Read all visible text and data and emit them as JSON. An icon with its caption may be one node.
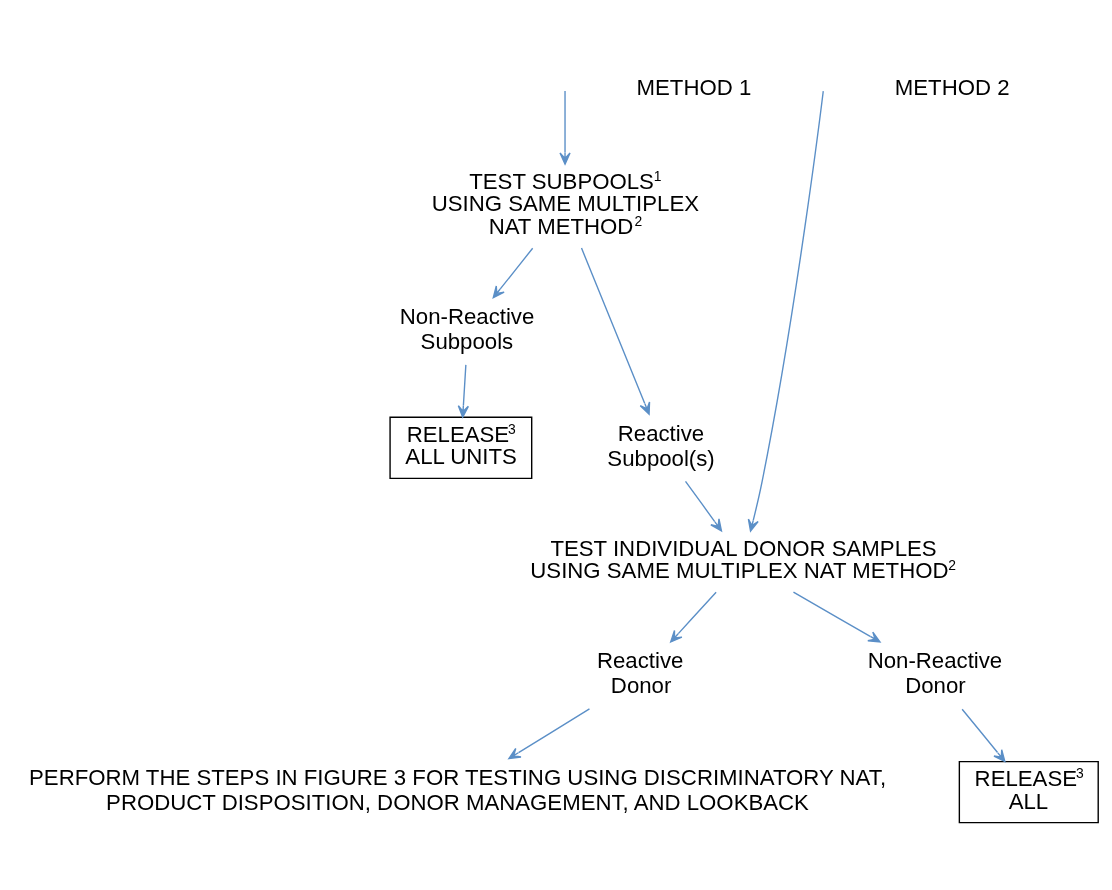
{
  "diagram": {
    "nodes": [
      {
        "text": [
          "TEST SUBPOOLS$^{1}$ USING SAME MULTIPLEX NAT METHOD$^{2}$"
        ]
      },
      {
        "text": [
          "Non-Reactive Subpools"
        ]
      },
      {
        "text": [
          "Reactive Subpool(s)"
        ]
      },
      {
        "text": [
          "RELEASE$^{3}$ ALL UNITS"
        ]
      },
      {
        "text": [
          "TEST INDIVIDUAL DONOR SAMPLES USING SAME MULTIPLEX NAT METHOD$^{2}$"
        ]
      },
      {
        "text": [
          "Reactive Donor"
        ]
      },
      {
        "text": [
          "Non-Reactive Donor"
        ]
      },
      {
        "text": [
          "RELEASE$^{3}$ ALL"
        ]
      },
      {
        "text": [
          "PERFORM THE STEPS IN FIGURE 3 FOR TESTING USING DISCRIMINATORY NAT, PRODUCT DISPOSITION, DONOR MANAGEMENT, AND LOOKBACK"
        ]
      }
    ],
    "edges": [
      {
        "from": null,
        "to": 0,
        "arrow": "to"
      },
      {
        "from": 0,
        "to": 1,
        "arrow": "to"
      },
      {
        "from": 0,
        "to": 2,
        "arrow": "to"
      },
      {
        "from": 1,
        "to": 3,
        "arrow": "to"
      },
      {
        "from": 2,
        "to": 4,
        "arrow": "to"
      },
      {
        "from": null,
        "to": 4,
        "arrow": "to"
      },
      {
        "from": 4,
        "to": 5,
        "arrow": "to"
      },
      {
        "from": 4,
        "to": 6,
        "arrow": "to"
      },
      {
        "from": 6,
        "to": 7,
        "arrow": "to"
      },
      {
        "from": 5,
        "to": 8,
        "arrow": "to"
      }
    ],
    "labels": [
      "METHOD 1",
      "METHOD 2"
    ]
  }
}
